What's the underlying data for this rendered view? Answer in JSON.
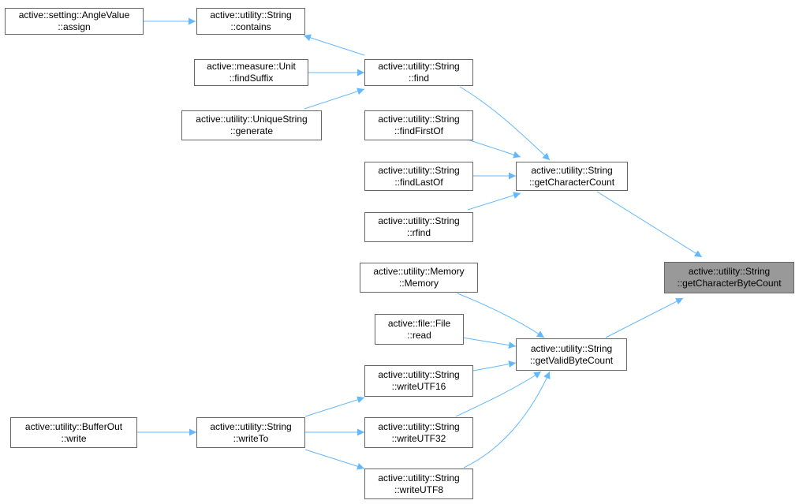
{
  "colors": {
    "edge": "#63b8ff",
    "node_border": "#666666",
    "focus_fill": "#999999"
  },
  "nodes": {
    "angle_assign": {
      "line1": "active::setting::AngleValue",
      "line2": "::assign"
    },
    "contains": {
      "line1": "active::utility::String",
      "line2": "::contains"
    },
    "unit_findsuffix": {
      "line1": "active::measure::Unit",
      "line2": "::findSuffix"
    },
    "unique_generate": {
      "line1": "active::utility::UniqueString",
      "line2": "::generate"
    },
    "find": {
      "line1": "active::utility::String",
      "line2": "::find"
    },
    "findfirstof": {
      "line1": "active::utility::String",
      "line2": "::findFirstOf"
    },
    "findlastof": {
      "line1": "active::utility::String",
      "line2": "::findLastOf"
    },
    "rfind": {
      "line1": "active::utility::String",
      "line2": "::rfind"
    },
    "getcharcount": {
      "line1": "active::utility::String",
      "line2": "::getCharacterCount"
    },
    "getcharbytecount": {
      "line1": "active::utility::String",
      "line2": "::getCharacterByteCount"
    },
    "memory": {
      "line1": "active::utility::Memory",
      "line2": "::Memory"
    },
    "file_read": {
      "line1": "active::file::File",
      "line2": "::read"
    },
    "getvalidbytecount": {
      "line1": "active::utility::String",
      "line2": "::getValidByteCount"
    },
    "writeutf16": {
      "line1": "active::utility::String",
      "line2": "::writeUTF16"
    },
    "writeutf32": {
      "line1": "active::utility::String",
      "line2": "::writeUTF32"
    },
    "writeutf8": {
      "line1": "active::utility::String",
      "line2": "::writeUTF8"
    },
    "writeto": {
      "line1": "active::utility::String",
      "line2": "::writeTo"
    },
    "bufferout_write": {
      "line1": "active::utility::BufferOut",
      "line2": "::write"
    }
  }
}
